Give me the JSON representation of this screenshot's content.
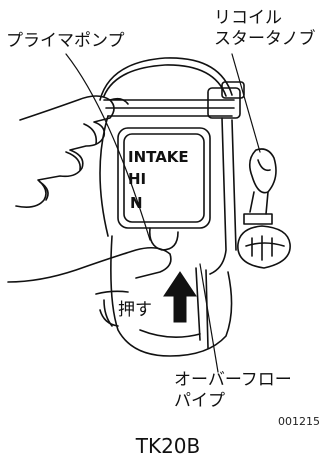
{
  "labels": {
    "primer_pump": "プライマポンプ",
    "recoil_starter_knob_line1": "リコイル",
    "recoil_starter_knob_line2": "スタータノブ",
    "overflow_pipe_line1": "オーバーフロー",
    "overflow_pipe_line2": "パイプ",
    "push": "押す"
  },
  "cover_text": {
    "line1": "INTAKE",
    "line2": "HI",
    "line3": "N"
  },
  "figure_code": "001215",
  "model_caption": "TK20B",
  "colors": {
    "ink": "#111111",
    "background": "#ffffff"
  }
}
